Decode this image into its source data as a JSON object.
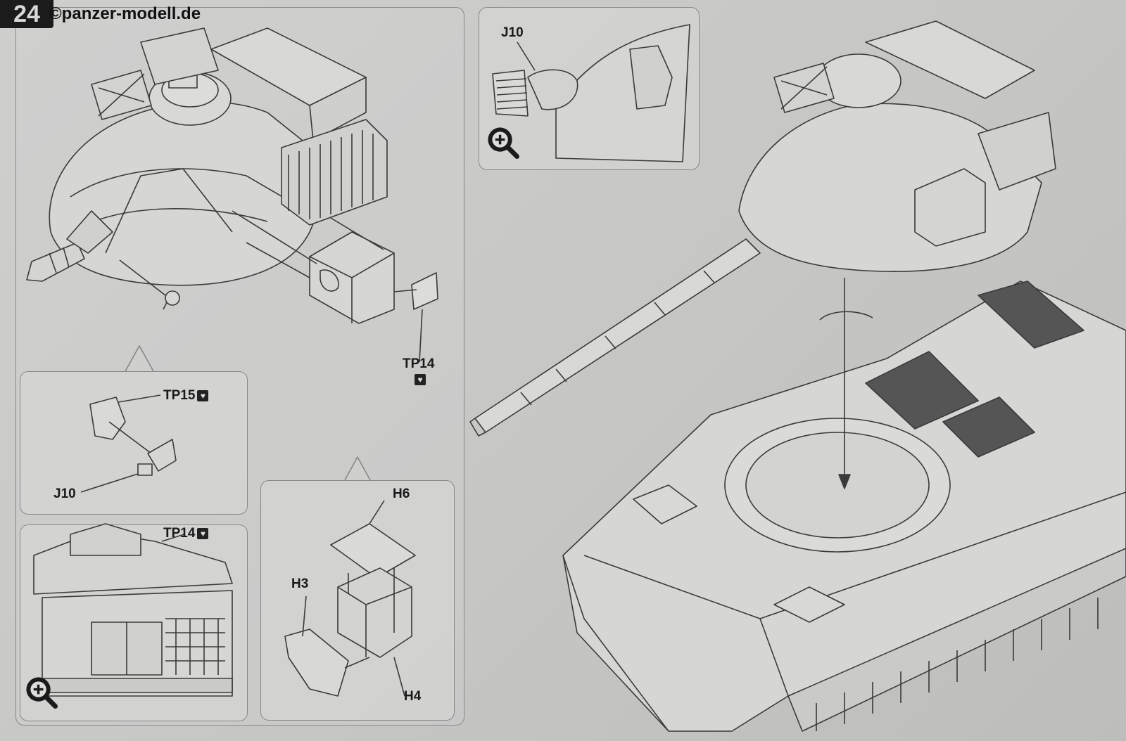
{
  "header": {
    "step_number": "24",
    "watermark": "©panzer-modell.de"
  },
  "labels": {
    "tp14_main": "TP14",
    "tp15": "TP15",
    "j10_detail": "J10",
    "j10_zoom_top": "J10",
    "tp14_zoom": "TP14",
    "h6": "H6",
    "h3": "H3",
    "h4": "H4"
  },
  "icons": {
    "zoom": "magnifier-plus-icon",
    "glue": "broken-heart-glue-icon"
  }
}
